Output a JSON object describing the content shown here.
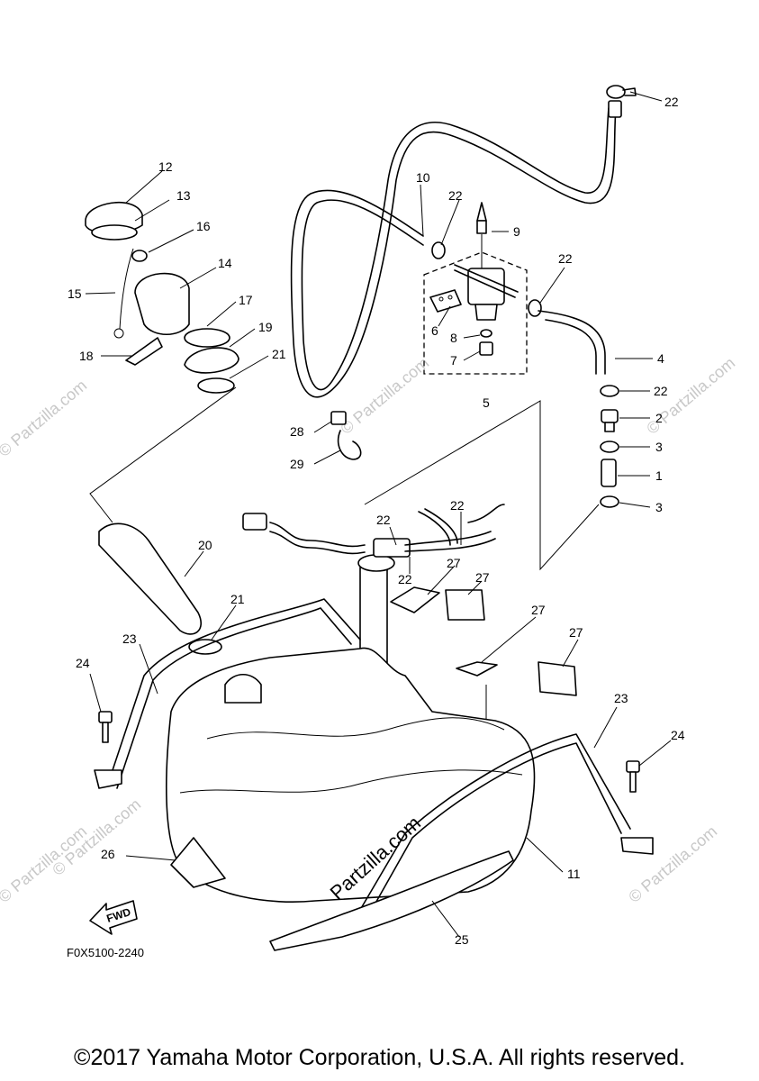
{
  "diagram": {
    "code": "F0X5100-2240",
    "fwd_label": "FWD",
    "watermark_center": "Partzilla.com",
    "watermark_edge": "© Partzilla.com",
    "callouts": {
      "c1": "1",
      "c2": "2",
      "c3a": "3",
      "c3b": "3",
      "c4": "4",
      "c5": "5",
      "c6": "6",
      "c7": "7",
      "c8": "8",
      "c9": "9",
      "c10": "10",
      "c11": "11",
      "c12": "12",
      "c13": "13",
      "c14": "14",
      "c15": "15",
      "c16": "16",
      "c17": "17",
      "c18": "18",
      "c19": "19",
      "c20": "20",
      "c21a": "21",
      "c21b": "21",
      "c22a": "22",
      "c22b": "22",
      "c22c": "22",
      "c22d": "22",
      "c22e": "22",
      "c22f": "22",
      "c22g": "22",
      "c23a": "23",
      "c23b": "23",
      "c24a": "24",
      "c24b": "24",
      "c25": "25",
      "c26": "26",
      "c27a": "27",
      "c27b": "27",
      "c27c": "27",
      "c27d": "27",
      "c28": "28",
      "c29": "29"
    }
  },
  "footer": {
    "copyright": "©2017 Yamaha Motor Corporation, U.S.A. All rights reserved."
  }
}
